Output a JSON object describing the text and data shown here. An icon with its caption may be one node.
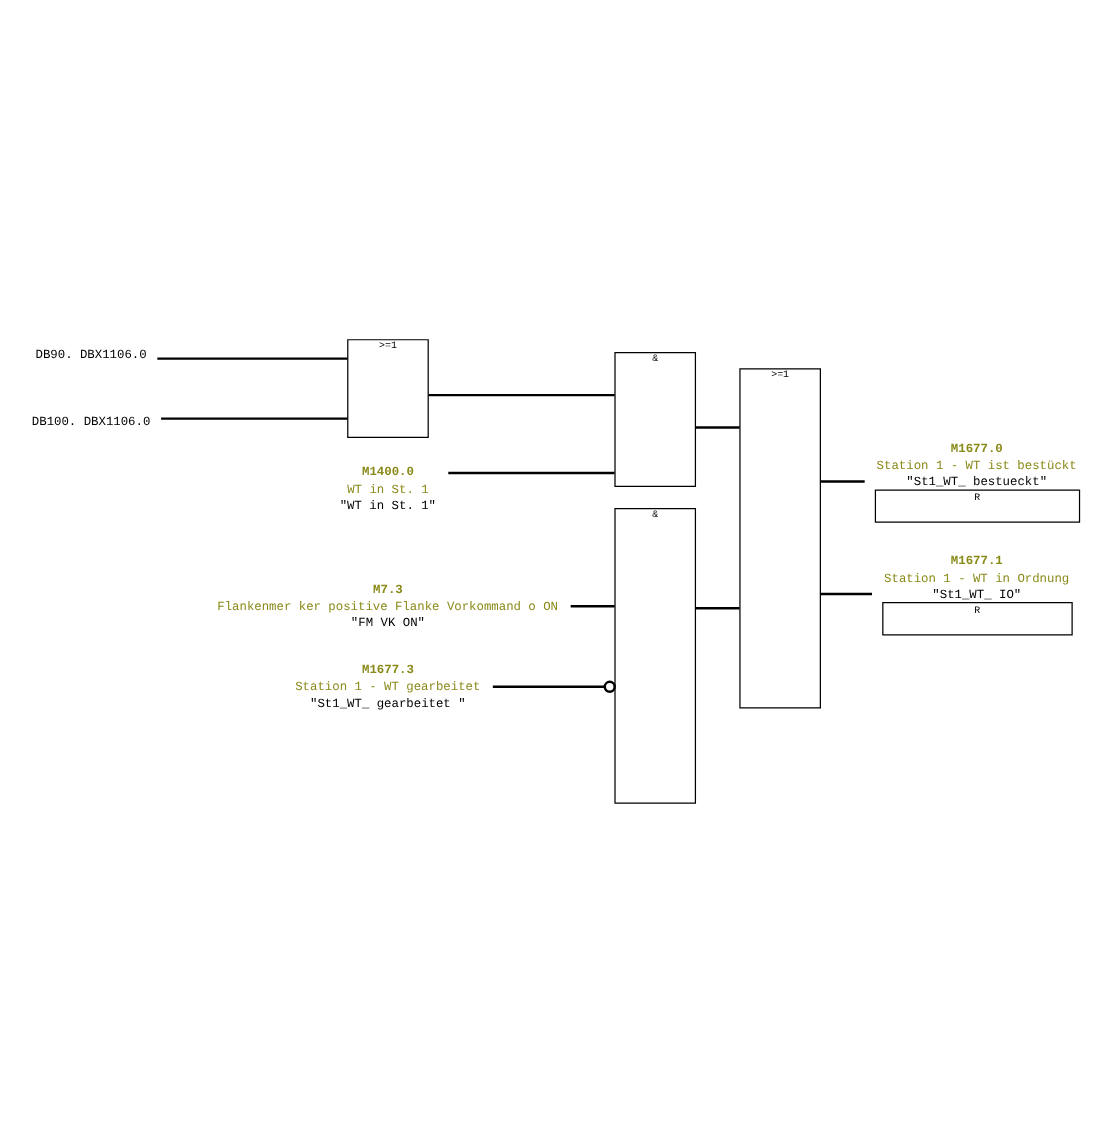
{
  "diagram": {
    "nodes": [
      {
        "text": [
          "DB90. DBX1106.0"
        ]
      },
      {
        "text": [
          "DB100. DBX1106.0"
        ]
      },
      {
        "text": [
          ">=1"
        ]
      },
      {
        "text": [
          "M1400.0",
          "WT in St. 1",
          "\"WT in St. 1\""
        ]
      },
      {
        "text": [
          "&"
        ]
      },
      {
        "text": [
          "M7.3",
          "Flankenmer ker positive Flanke Vorkommand o ON",
          "\"FM VK ON\""
        ]
      },
      {
        "text": [
          "M1677.3",
          "Station 1 - WT gearbeitet",
          "\"St1_WT_ gearbeitet \""
        ]
      },
      {
        "text": [
          "&"
        ]
      },
      {
        "text": [
          ">=1"
        ]
      },
      {
        "text": [
          "M1677.0",
          "Station 1 - WT ist bestückt",
          "\"St1_WT_ bestueckt\"",
          "R"
        ]
      },
      {
        "text": [
          "M1677.1",
          "Station 1 - WT in Ordnung",
          "\"St1_WT_ IO\"",
          "R"
        ]
      }
    ],
    "edges": [
      {
        "from": 0,
        "to": 2,
        "arrow": "none"
      },
      {
        "from": 1,
        "to": 2,
        "arrow": "none"
      },
      {
        "from": 2,
        "to": 4,
        "arrow": "none"
      },
      {
        "from": 3,
        "to": 4,
        "arrow": "none"
      },
      {
        "from": 4,
        "to": 8,
        "arrow": "none"
      },
      {
        "from": 5,
        "to": 7,
        "arrow": "none"
      },
      {
        "from": 6,
        "to": 7,
        "arrow": "other"
      },
      {
        "from": 7,
        "to": 8,
        "arrow": "none"
      },
      {
        "from": 8,
        "to": 9,
        "arrow": "none"
      },
      {
        "from": 8,
        "to": 10,
        "arrow": "none"
      }
    ]
  }
}
